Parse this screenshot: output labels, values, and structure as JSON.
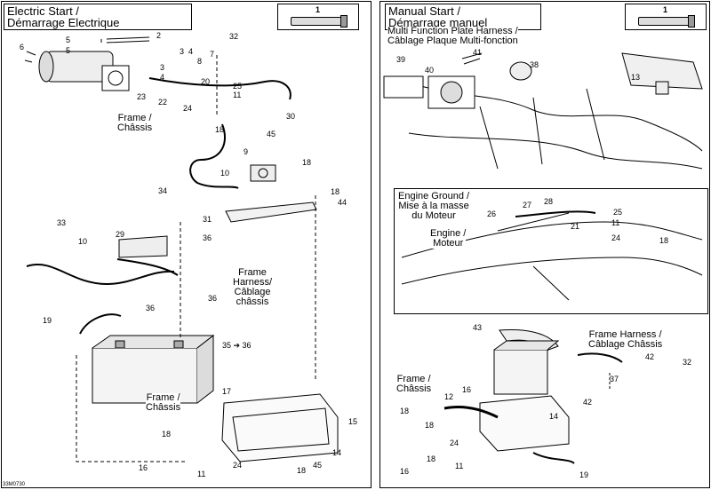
{
  "left_panel": {
    "title_line1": "Electric Start /",
    "title_line2": "Démarrage Electrique",
    "legend_number": "1",
    "frame_label_1": "Frame /",
    "frame_label_1b": "Châssis",
    "frame_harness_line1": "Frame",
    "frame_harness_line2": "Harness/",
    "frame_harness_line3": "Câblage",
    "frame_harness_line4": "châssis",
    "frame_label_2": "Frame /",
    "frame_label_2b": "Châssis",
    "callouts": [
      "2",
      "3",
      "4",
      "5",
      "6",
      "7",
      "8",
      "9",
      "10",
      "10",
      "11",
      "11",
      "14",
      "15",
      "16",
      "17",
      "18",
      "18",
      "18",
      "18",
      "18",
      "20",
      "22",
      "23",
      "24",
      "24",
      "25",
      "29",
      "30",
      "31",
      "32",
      "33",
      "34",
      "35 ➔ 36",
      "36",
      "36",
      "36",
      "44",
      "45",
      "45",
      "19",
      "4"
    ],
    "part_code": "33M0730"
  },
  "right_panel": {
    "title_line1": "Manual Start /",
    "title_line2": "Démarrage manuel",
    "legend_number": "1",
    "harness_line1": "Multi Function Plate Harness /",
    "harness_line2": "Câblage Plaque Multi-fonction",
    "ground_line1": "Engine Ground /",
    "ground_line2": "Mise à la masse",
    "ground_line3": "du Moteur",
    "engine_line1": "Engine /",
    "engine_line2": "Moteur",
    "frame_harness_line1": "Frame Harness /",
    "frame_harness_line2": "Câblage Châssis",
    "frame_line1": "Frame /",
    "frame_line2": "Châssis",
    "callouts": [
      "39",
      "40",
      "41",
      "38",
      "13",
      "28",
      "27",
      "26",
      "25",
      "21",
      "11",
      "24",
      "18",
      "43",
      "42",
      "32",
      "37",
      "42",
      "12",
      "16",
      "18",
      "14",
      "18",
      "24",
      "16",
      "11",
      "19"
    ]
  }
}
